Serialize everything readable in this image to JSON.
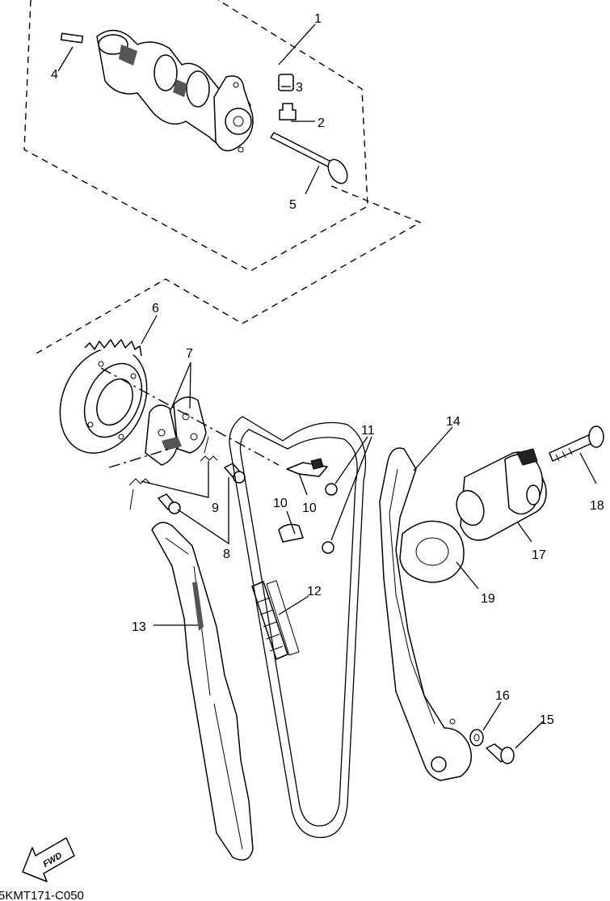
{
  "diagram_code": "5KMT171-C050",
  "direction_arrow": {
    "label": "FWD"
  },
  "callouts": {
    "c1": "1",
    "c2": "2",
    "c3": "3",
    "c4": "4",
    "c5": "5",
    "c6": "6",
    "c7": "7",
    "c8": "8",
    "c9": "9",
    "c10a": "10",
    "c10b": "10",
    "c11": "11",
    "c12": "12",
    "c13": "13",
    "c14": "14",
    "c15": "15",
    "c16": "16",
    "c17": "17",
    "c18": "18",
    "c19": "19"
  }
}
